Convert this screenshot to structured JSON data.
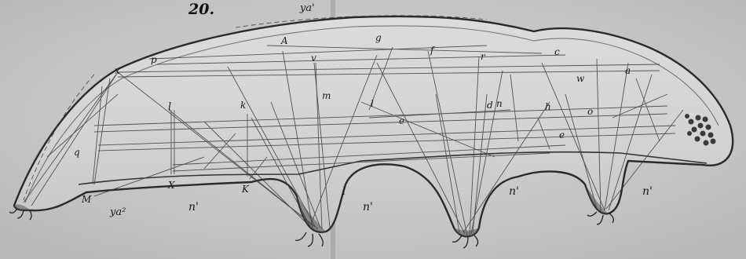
{
  "figure": {
    "number": "20.",
    "labels": {
      "ya1": "ya'",
      "ya2": "ya²",
      "A": "A",
      "g": "g",
      "p": "p",
      "v": "v",
      "f": "f",
      "r": "r",
      "c": "c",
      "a": "a",
      "q": "q",
      "x": "x",
      "w": "w",
      "m": "m",
      "k1": "k",
      "k2": "K",
      "K": "K",
      "l1": "l",
      "l2": "l",
      "l3": "l",
      "X": "X",
      "M": "M",
      "n1": "n'",
      "n2": "n'",
      "n3": "n'",
      "n4": "n'",
      "d": "d",
      "h": "h",
      "o": "o",
      "e1": "e",
      "e2": "e",
      "n": "n"
    }
  },
  "colors": {
    "background": "#c9c9c9",
    "body_fill": "#d8d8d8",
    "outline": "#2a2a2a",
    "muscle": "#3c3c3c"
  }
}
